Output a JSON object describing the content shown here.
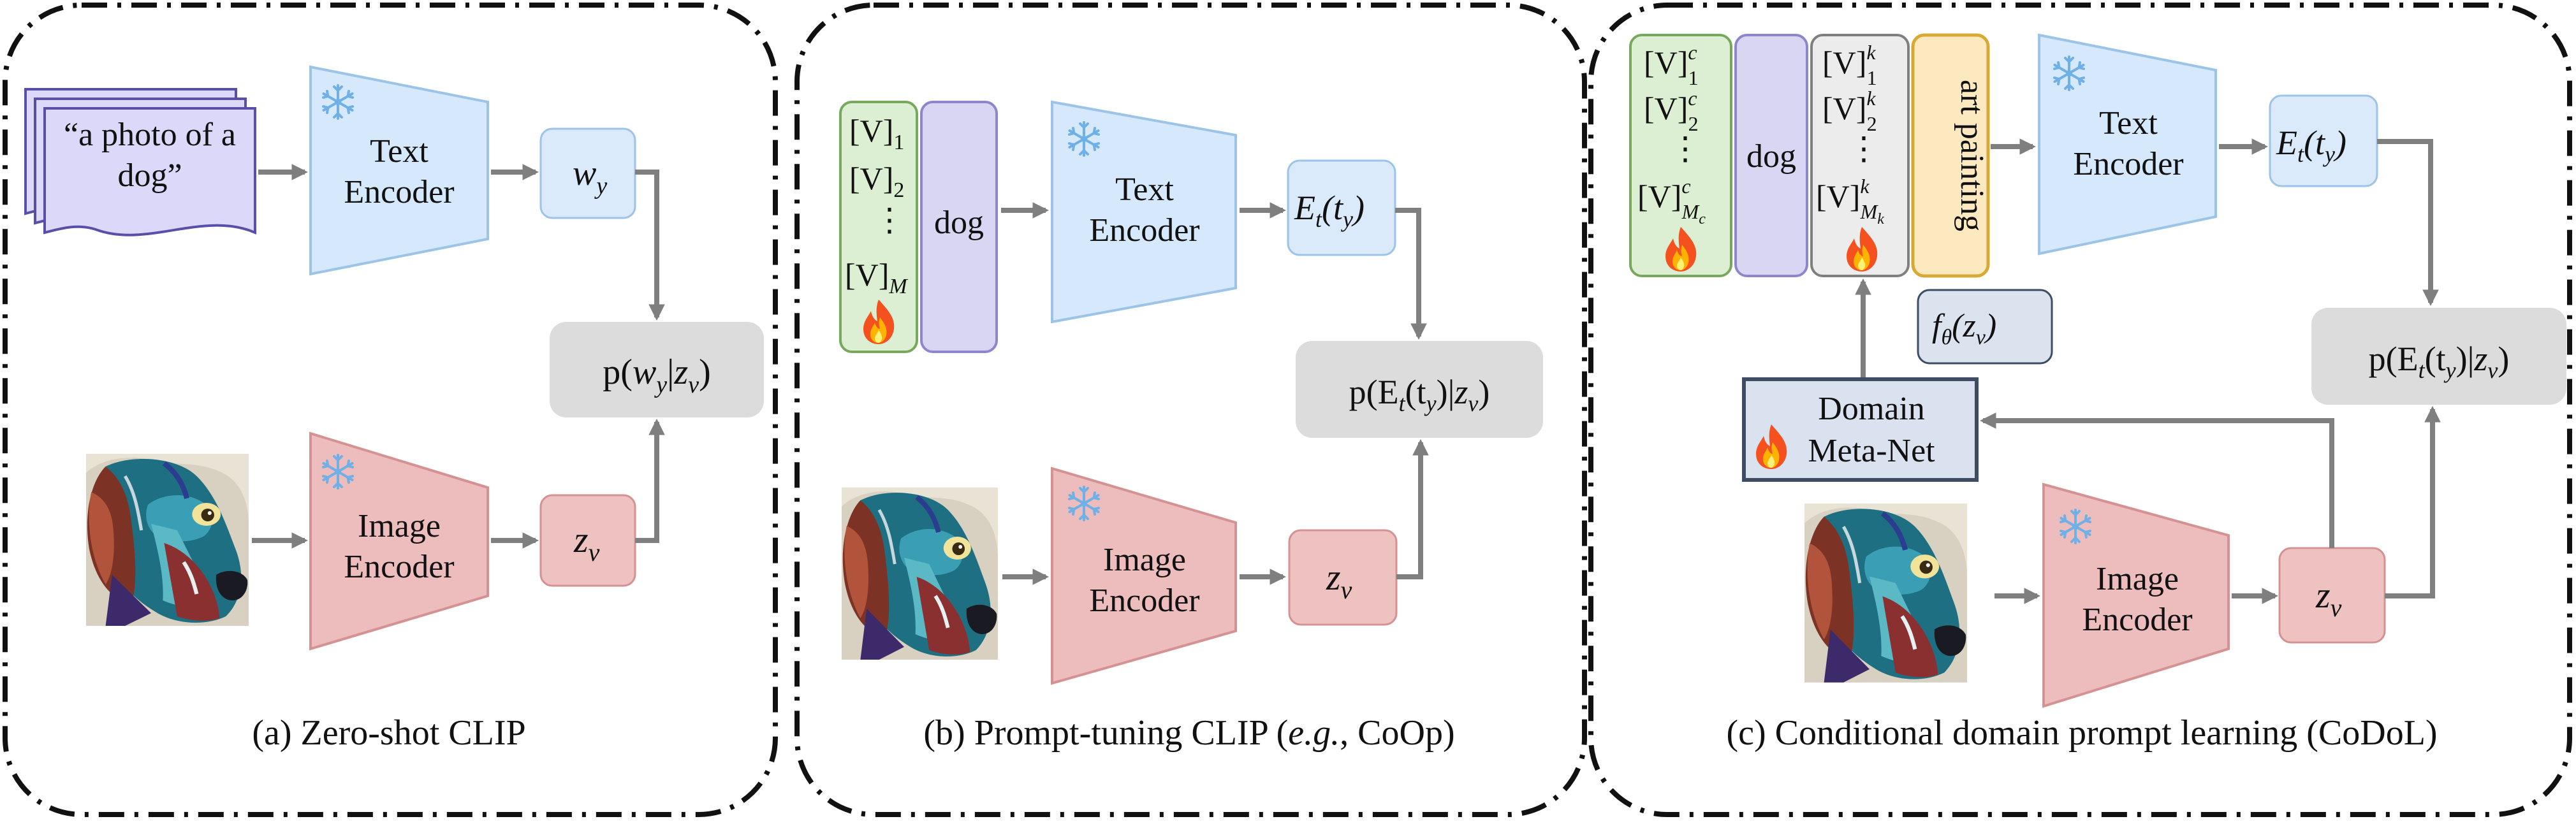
{
  "panels": {
    "a": {
      "caption": "(a) Zero-shot CLIP",
      "doc_text_line1": "“a photo of a",
      "doc_text_line2": "dog”",
      "text_encoder_line1": "Text",
      "text_encoder_line2": "Encoder",
      "image_encoder_line1": "Image",
      "image_encoder_line2": "Encoder",
      "wy_base": "w",
      "wy_sub": "y",
      "zv_base": "z",
      "zv_sub": "v",
      "prob": {
        "p": "p(",
        "w": "w",
        "wsub": "y",
        "bar": "|",
        "z": "z",
        "zsub": "v",
        "close": ")"
      }
    },
    "b": {
      "caption_pre": "(b) Prompt-tuning CLIP (",
      "caption_eg": "e.g.",
      "caption_post": ", CoOp)",
      "prompt_v1": "[V]",
      "prompt_v1_sub": "1",
      "prompt_v2": "[V]",
      "prompt_v2_sub": "2",
      "prompt_dots": "⋮",
      "prompt_vm": "[V]",
      "prompt_vm_sub": "M",
      "class_token": "dog",
      "text_encoder_line1": "Text",
      "text_encoder_line2": "Encoder",
      "image_encoder_line1": "Image",
      "image_encoder_line2": "Encoder",
      "et_base": "E",
      "et_sub": "t",
      "et_arg": "(t",
      "et_arg_sub": "y",
      "et_close": ")",
      "zv_base": "z",
      "zv_sub": "v",
      "prob": {
        "p": "p(E",
        "esub": "t",
        "arg": "(t",
        "argsub": "y",
        "mid": ")|",
        "z": "z",
        "zsub": "v",
        "close": ")"
      }
    },
    "c": {
      "caption": "(c) Conditional domain prompt learning (CoDoL)",
      "class_prompt_v": "[V]",
      "class_prompt_sup": "c",
      "class_prompt_sub1": "1",
      "class_prompt_sub2": "2",
      "class_prompt_subM": "M",
      "class_prompt_subM_sub": "c",
      "dots": "⋮",
      "class_token": "dog",
      "domain_prompt_sup": "k",
      "domain_prompt_subM_sub": "k",
      "domain_token": "art painting",
      "text_encoder_line1": "Text",
      "text_encoder_line2": "Encoder",
      "image_encoder_line1": "Image",
      "image_encoder_line2": "Encoder",
      "meta_net_line1": "Domain",
      "meta_net_line2": "Meta-Net",
      "f_base": "f",
      "f_sub": "θ",
      "f_arg": "(z",
      "f_arg_sub": "v",
      "f_close": ")",
      "et_base": "E",
      "et_sub": "t",
      "et_arg": "(t",
      "et_arg_sub": "y",
      "et_close": ")",
      "zv_base": "z",
      "zv_sub": "v",
      "prob": {
        "p": "p(E",
        "esub": "t",
        "arg": "(t",
        "argsub": "y",
        "mid": ")|",
        "z": "z",
        "zsub": "v",
        "close": ")"
      }
    }
  },
  "colors": {
    "text_encoder_fill": "#d6e8fb",
    "text_encoder_stroke": "#9cc3e8",
    "image_encoder_fill": "#edbcbc",
    "image_encoder_stroke": "#d49292",
    "var_blue_fill": "#dbeafb",
    "var_pink_fill": "#efc2c2",
    "prob_fill": "#dcdcdc",
    "prompt_green_fill": "#dcefd3",
    "prompt_green_stroke": "#78a85e",
    "class_purple_fill": "#d9d6f3",
    "class_purple_stroke": "#8e86cc",
    "domain_prompt_fill": "#ececec",
    "token_yellow_fill": "#fde9bf",
    "token_yellow_stroke": "#d8a935",
    "meta_net_fill": "#d9e2ee",
    "meta_net_stroke": "#3e4d63",
    "doc_fill": "#dcd8fa",
    "arrow": "#7f7f7f",
    "panel_border": "#111111"
  },
  "icons": [
    "snowflake-icon",
    "fire-icon",
    "dog-painting-image"
  ]
}
